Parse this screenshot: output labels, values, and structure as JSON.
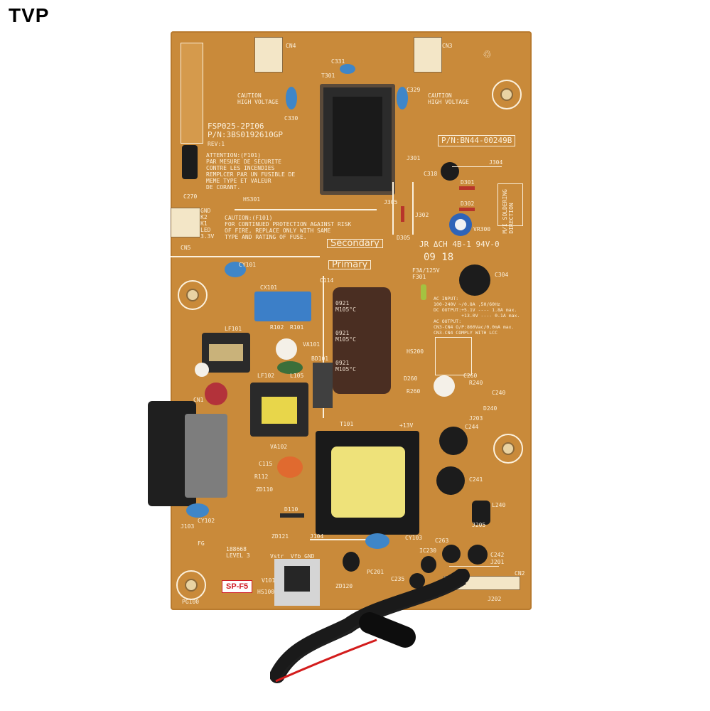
{
  "brand": "TVP",
  "board": {
    "model": "FSP025-2PI06",
    "pn_line": "P/N:3BS0192610GP",
    "rev": "REV:1",
    "part_number": "P/N:BN44-00249B",
    "secondary_label": "Secondary",
    "primary_label": "Primary",
    "caution_hv_1": "CAUTION\nHIGH VOLTAGE",
    "caution_hv_2": "CAUTION\nHIGH VOLTAGE",
    "attention": "ATTENTION:(F101)\nPAR MESURE DE SECURITE\nCONTRE LES INCENDIES\nREMPLCER PAR UN FUSIBLE DE\nMEME TYPE ET VALEUR\nDE CORANT.",
    "caution_fuse": "CAUTION:(F101)\nFOR CONTINUED PROTECTION AGAINST RISK\nOF FIRE, REPLACE ONLY WITH SAME\nTYPE AND RATING OF FUSE.",
    "rating": "JR ΔCH 4B-1 94V-0",
    "date_code": "09 18",
    "fuse_label": "F3A/125V\nF301",
    "specs": "AC INPUT:\n100-240V ~/0.8A ,50/60Hz\nDC OUTPUT:+5.1V ---- 1.8A max.\n          +13.0V ---- 0.1A max.\nAC OUTPUT:\nCN3-CN4 O/P:860Vac/0.0mA max.\nCN3-CN4 COMPLY WITH LCC",
    "sp_tag": "SP-F5",
    "solder_dir": "M/I SOLDERING\nDIRECTION",
    "ul_text": "188668\nLEVEL 3",
    "cap_text": "0921\nM105°C",
    "cn5_pins": "GND\nK2\nK1\nLED\n3.3V",
    "vstr": "Vstr  Vfb GND",
    "refs": {
      "cn4": "CN4",
      "cn3": "CN3",
      "c331": "C331",
      "t301": "T301",
      "c330": "C330",
      "c329": "C329",
      "j301": "J301",
      "c318": "C318",
      "j304": "J304",
      "d301": "D301",
      "d302": "D302",
      "vr300": "VR300",
      "hs301": "HS301",
      "c270": "C270",
      "cn5": "CN5",
      "cy101": "CY101",
      "cx101": "CX101",
      "c114": "C114",
      "c304": "C304",
      "lf101": "LF101",
      "r102": "R102",
      "r101": "R101",
      "va101": "VA101",
      "bd101": "BD101",
      "lf102": "LF102",
      "l105": "L105",
      "cn1": "CN1",
      "hs200": "HS200",
      "d260": "D260",
      "r260": "R260",
      "c260": "C260",
      "r240": "R240",
      "c240": "C240",
      "j203": "J203",
      "d240": "D240",
      "t101": "T101",
      "c244": "C244",
      "va102": "VA102",
      "c115": "C115",
      "r112": "R112",
      "zd110": "ZD110",
      "c241": "C241",
      "l240": "L240",
      "d110": "D110",
      "cy102": "CY102",
      "j103": "J103",
      "fg": "FG",
      "zd121": "ZD121",
      "j104": "J104",
      "cy103": "CY103",
      "j205": "J205",
      "ic230": "IC230",
      "c263": "C263",
      "c242": "C242",
      "j201": "J201",
      "pg100": "PG100",
      "v101": "V101",
      "hs100": "HS100",
      "zd120": "ZD120",
      "pc201": "PC201",
      "c235": "C235",
      "j202": "J202",
      "cn2": "CN2",
      "plus13v": "+13V",
      "j305": "J305",
      "j302": "J302",
      "d305": "D305"
    }
  }
}
